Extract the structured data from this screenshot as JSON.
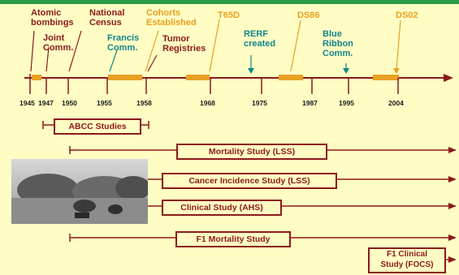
{
  "timeline": {
    "events": [
      {
        "text": "Atomic\nbombings",
        "color": "maroon"
      },
      {
        "text": "National\nCensus",
        "color": "maroon"
      },
      {
        "text": "Cohorts\nEstablished",
        "color": "orange"
      },
      {
        "text": "T65D",
        "color": "orange"
      },
      {
        "text": "DS86",
        "color": "orange"
      },
      {
        "text": "DS02",
        "color": "orange"
      },
      {
        "text": "Joint\nComm.",
        "color": "maroon"
      },
      {
        "text": "Francis\nComm.",
        "color": "teal"
      },
      {
        "text": "Tumor\nRegistries",
        "color": "maroon"
      },
      {
        "text": "RERF\ncreated",
        "color": "teal"
      },
      {
        "text": "Blue\nRibbon\nComm.",
        "color": "teal"
      }
    ],
    "years": [
      "1945",
      "1947",
      "1950",
      "1955",
      "1958",
      "1968",
      "1975",
      "1987",
      "1995",
      "2004"
    ]
  },
  "studies": {
    "abcc": "ABCC Studies",
    "mortality": "Mortality Study (LSS)",
    "cancer": "Cancer Incidence Study (LSS)",
    "clinical": "Clinical Study (AHS)",
    "f1_mortality": "F1 Mortality Study",
    "f1_clinical": "F1 Clinical\nStudy (FOCS)"
  },
  "colors": {
    "background": "#fffdc4",
    "maroon": "#8b1a1a",
    "orange": "#e8a021",
    "teal": "#13858a",
    "top_bar": "#2e9c4a"
  }
}
